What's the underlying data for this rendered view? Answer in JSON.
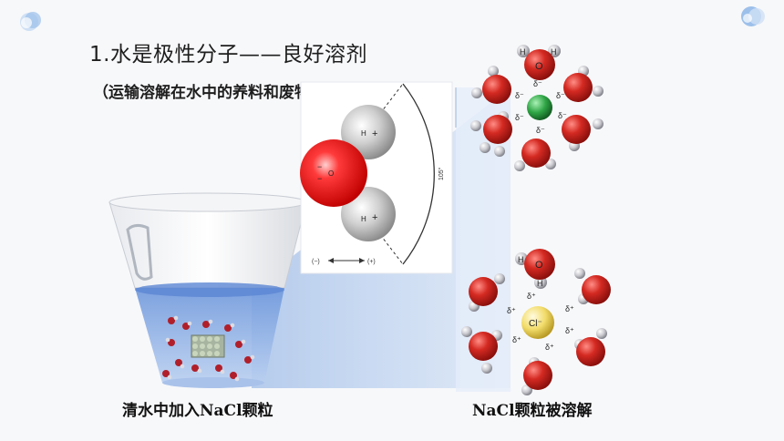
{
  "slide": {
    "title": "1.水是极性分子——良好溶剂",
    "subtitle": "（运输溶解在水中的养料和废物）",
    "caption_left": "清水中加入NaCl颗粒",
    "caption_right": "NaCl颗粒被溶解"
  },
  "water_diagram": {
    "h_label": "H",
    "plus": "+",
    "o_label": "O",
    "minus": "−",
    "angle_label": "105°",
    "axis_neg": "(−)",
    "axis_pos": "(+)"
  },
  "hydration": {
    "water_h": "H",
    "water_o": "O",
    "cation_label": "",
    "anion_label": "Cl⁻",
    "delta_minus": "δ⁻",
    "delta_plus": "δ⁺"
  },
  "colors": {
    "oxygen": "#d42a22",
    "hydrogen": "#c9c9cf",
    "sodium": "#2fa545",
    "chloride": "#f2dc6a",
    "water": "#8fb1e6",
    "beam": "#c8d8f0"
  }
}
